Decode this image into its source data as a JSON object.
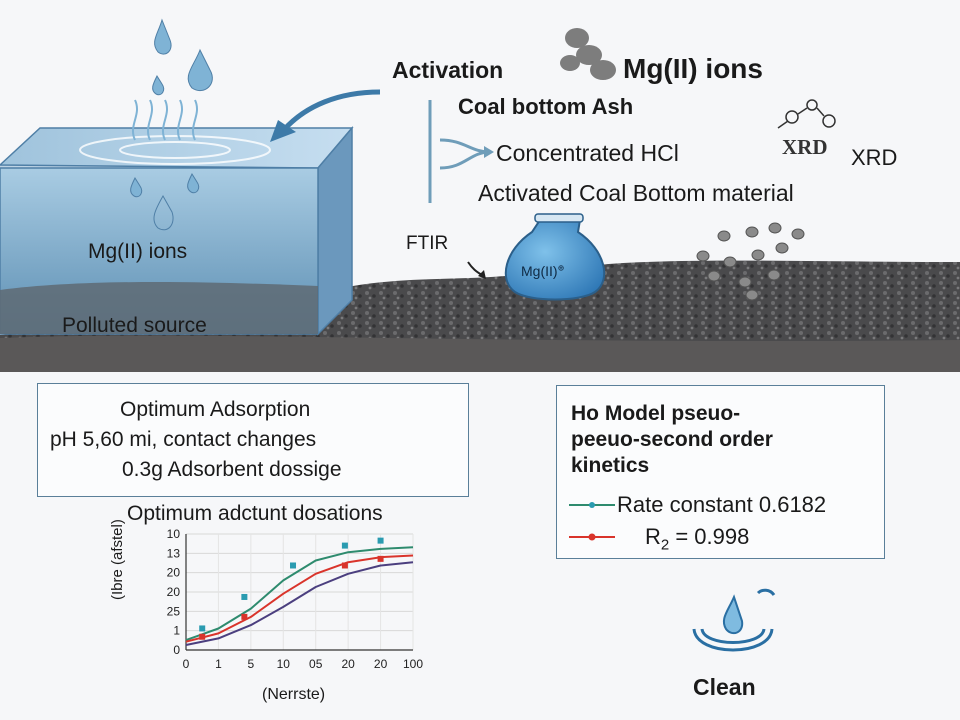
{
  "scene": {
    "activation_label": "Activation",
    "mg_ions_title": "Mg(II) ions",
    "coal_bottom_ash": "Coal bottom Ash",
    "concentrated_hcl": "Concentrated HCl",
    "xrd_icon_text": "XRD",
    "xrd_label": "XRD",
    "activated_material": "Activated Coal Bottom material",
    "ftir_label": "FTIR",
    "flask_label": "Mg(II)",
    "flask_superscript": "⊕",
    "tank_ions_label": "Mg(II) ions",
    "polluted_source": "Polluted source"
  },
  "adsorption_box": {
    "line1": "Optimum Adsorption",
    "line2": "pH 5,60 mi, contact changes",
    "line3": "0.3g Adsorbent dossige"
  },
  "kinetics_box": {
    "title_line1": "Ho Model pseuo-",
    "title_line2": "peeuo-second order",
    "title_line3": "kinetics",
    "legend1": "Rate constant 0.6182",
    "legend2_prefix": "R",
    "legend2_sub": "2",
    "legend2_suffix": " = 0.998"
  },
  "clean_label": "Clean",
  "colors": {
    "green_series": "#2e8b6e",
    "red_series": "#d9342b",
    "purple_series": "#4b3f7f",
    "marker_teal": "#2a9bb0",
    "water": "#7fb3d5",
    "box_border": "#5a7f99"
  },
  "chart_data": {
    "type": "line",
    "title": "Optimum adctunt dosations",
    "xlabel": "(Nerrste)",
    "ylabel": "(Ibre (afstel)",
    "x_tick_labels": [
      "0",
      "1",
      "5",
      "10",
      "05",
      "20",
      "20",
      "100"
    ],
    "y_tick_labels": [
      "10",
      "13",
      "20",
      "20",
      "25",
      "1",
      "0"
    ],
    "series": [
      {
        "color": "#2e8b6e",
        "x": [
          0,
          1,
          2,
          3,
          4,
          5,
          6,
          7
        ],
        "y": [
          0.6,
          1.3,
          2.5,
          4.2,
          5.4,
          5.9,
          6.1,
          6.2
        ]
      },
      {
        "color": "#d9342b",
        "x": [
          0,
          1,
          2,
          3,
          4,
          5,
          6,
          7
        ],
        "y": [
          0.5,
          1.0,
          2.0,
          3.4,
          4.6,
          5.3,
          5.6,
          5.7
        ]
      },
      {
        "color": "#4b3f7f",
        "x": [
          0,
          1,
          2,
          3,
          4,
          5,
          6,
          7
        ],
        "y": [
          0.3,
          0.7,
          1.5,
          2.6,
          3.8,
          4.6,
          5.1,
          5.3
        ]
      }
    ],
    "markers": [
      {
        "color": "#2a9bb0",
        "x": 0.5,
        "y": 1.3
      },
      {
        "color": "#2a9bb0",
        "x": 1.8,
        "y": 3.2
      },
      {
        "color": "#2a9bb0",
        "x": 3.3,
        "y": 5.1
      },
      {
        "color": "#2a9bb0",
        "x": 4.9,
        "y": 6.3
      },
      {
        "color": "#2a9bb0",
        "x": 6.0,
        "y": 6.6
      },
      {
        "color": "#d9342b",
        "x": 0.5,
        "y": 0.8
      },
      {
        "color": "#d9342b",
        "x": 1.8,
        "y": 2.0
      },
      {
        "color": "#d9342b",
        "x": 4.9,
        "y": 5.1
      },
      {
        "color": "#d9342b",
        "x": 6.0,
        "y": 5.5
      }
    ],
    "xlim": [
      0,
      7
    ],
    "ylim": [
      0,
      7
    ],
    "grid": true
  }
}
